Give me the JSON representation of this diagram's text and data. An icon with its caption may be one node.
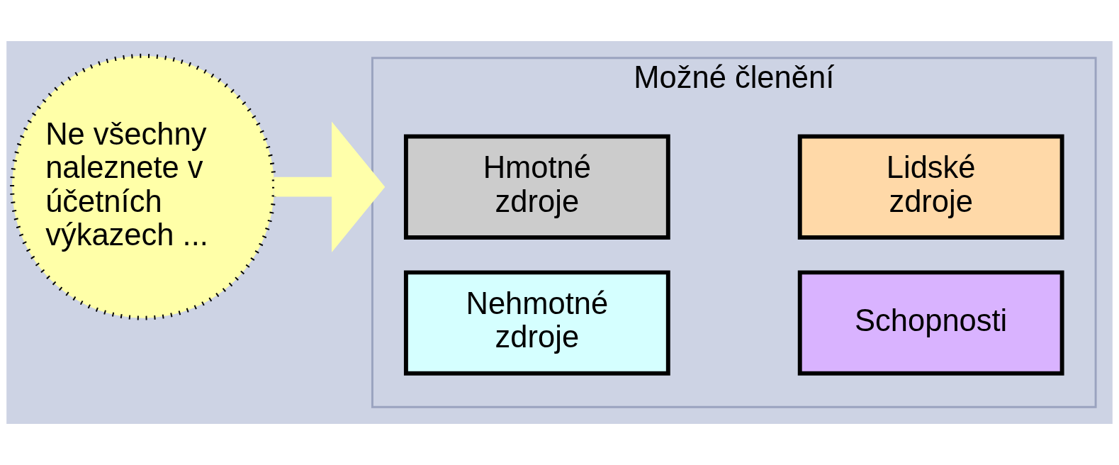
{
  "diagram": {
    "nodes": [
      {
        "text": [
          "Ne všechny naleznete v účetních výkazech ..."
        ]
      },
      {
        "text": [
          "Možné členění"
        ]
      },
      {
        "text": [
          "Hmotné zdroje"
        ],
        "in": 1
      },
      {
        "text": [
          "Lidské zdroje"
        ],
        "in": 1
      },
      {
        "text": [
          "Nehmotné zdroje"
        ],
        "in": 1
      },
      {
        "text": [
          "Schopnosti"
        ],
        "in": 1
      }
    ],
    "edges": [
      {
        "from": 0,
        "to": 1,
        "arrow": "to",
        "color": "#ffffaa"
      }
    ]
  }
}
